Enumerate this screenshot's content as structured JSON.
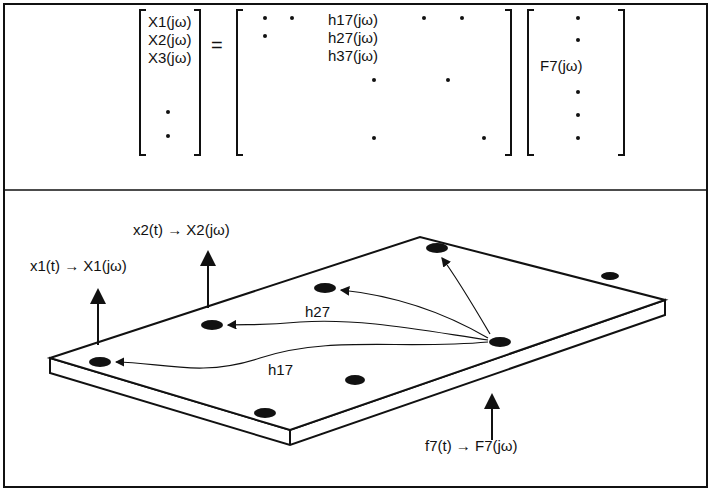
{
  "diagram": {
    "labels": [
      "X1(jω)",
      "X2(jω)",
      "X3(jω)",
      "=",
      "h17(jω)",
      "h27(jω)",
      "h37(jω)",
      "F7(jω)",
      "x2(t) → X2(jω)",
      "x1(t) → X1(jω)",
      "h27",
      "h17",
      "f7(t) → F7(jω)"
    ]
  }
}
